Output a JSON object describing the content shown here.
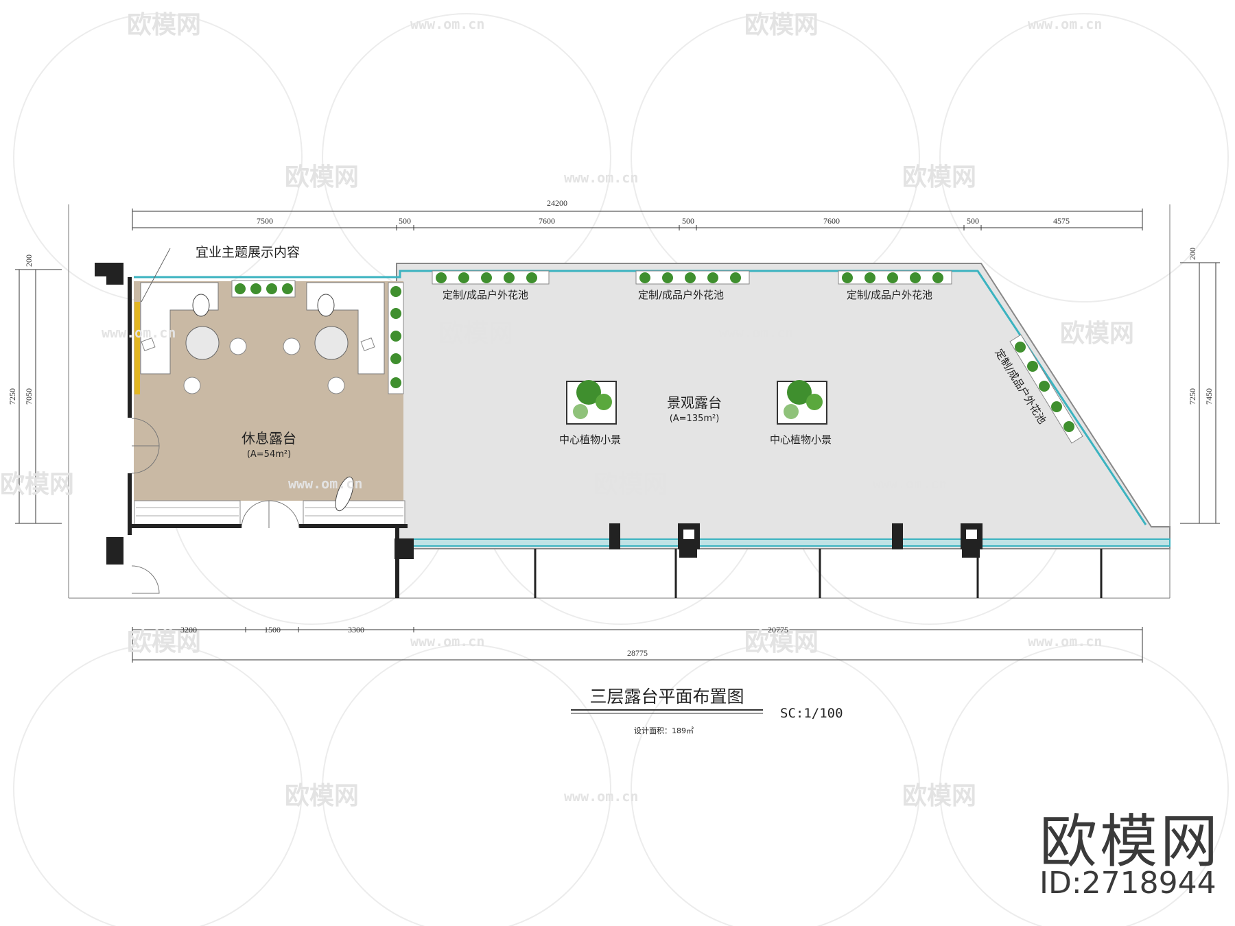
{
  "watermark": {
    "logo_text": "欧模网",
    "url_text": "www.om.cn"
  },
  "brand": {
    "logo": "欧模网",
    "id": "ID:2718944"
  },
  "dimensions": {
    "top_total": "24200",
    "top_segments": [
      "7500",
      "500",
      "7600",
      "500",
      "7600",
      "500",
      "4575"
    ],
    "bottom_segments": [
      "3200",
      "1500",
      "3300",
      "20775"
    ],
    "bottom_total": "28775",
    "left_small": "200",
    "left_outer": "7250",
    "left_inner": "7050",
    "right_small": "200",
    "right_inner": "7250",
    "right_outer": "7450"
  },
  "labels": {
    "theme_display": "宜业主题展示内容",
    "planter": "定制/成品户外花池",
    "rest_terrace": "休息露台",
    "rest_area": "(A=54m²)",
    "landscape_terrace": "景观露台",
    "landscape_area": "(A=135m²)",
    "center_plant": "中心植物小景"
  },
  "title_block": {
    "title": "三层露台平面布置图",
    "scale": "SC:1/100",
    "area_note": "设计面积：189㎡"
  },
  "colors": {
    "rest_floor": "#c9b9a4",
    "landscape_floor": "#e4e4e4",
    "glass_rail": "#3bb3c0",
    "wall": "#222222",
    "plant": "#3f8f2e"
  }
}
